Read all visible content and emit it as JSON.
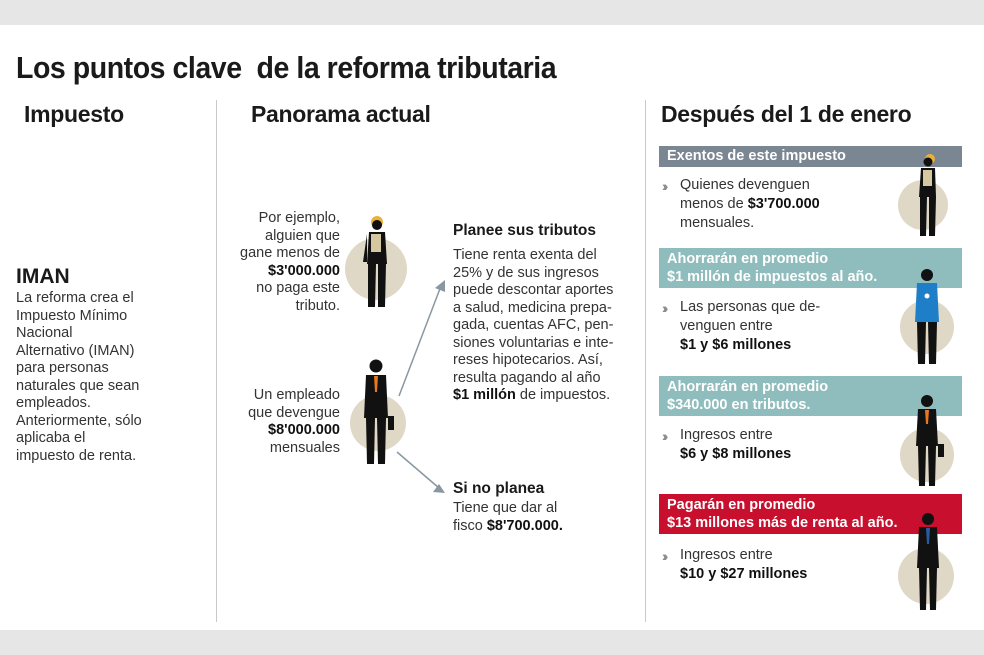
{
  "title": "Los puntos clave  de la reforma tributaria",
  "columns": {
    "impuesto": "Impuesto",
    "panorama": "Panorama actual",
    "despues": "Después del 1 de enero"
  },
  "iman": {
    "heading": "IMAN",
    "lines": [
      "La reforma crea el",
      "Impuesto Mínimo",
      "Nacional",
      "Alternativo (IMAN)",
      "para personas",
      "naturales que sean",
      "empleados.",
      "Anteriormente, sólo",
      "aplicaba el",
      "impuesto de renta."
    ]
  },
  "example1": {
    "lines": [
      "Por ejemplo,",
      "alguien que",
      "gane menos de"
    ],
    "amount": "$3'000.000",
    "lines2": [
      "no paga este",
      "tributo."
    ]
  },
  "example2": {
    "lines": [
      "Un empleado",
      "que devengue"
    ],
    "amount": "$8'000.000",
    "lines2": [
      "mensuales"
    ]
  },
  "planee": {
    "heading": "Planee sus tributos",
    "lines": [
      "Tiene renta exenta del",
      "25% y de sus ingresos",
      "puede descontar aportes",
      "a salud, medicina prepa-",
      "gada, cuentas AFC, pen-",
      "siones voluntarias e inte-",
      "reses hipotecarios. Así,",
      "resulta pagando al año"
    ],
    "last_bold": "$1 millón",
    "last_rest": " de impuestos."
  },
  "no_planea": {
    "heading": "Si no planea",
    "line1": "Tiene que dar al",
    "line2_pre": "fisco ",
    "line2_bold": "$8'700.000."
  },
  "groups": [
    {
      "banner_lines": [
        "Exentos de este impuesto"
      ],
      "banner_color": "#7a8691",
      "text_lines": [
        "Quienes devenguen"
      ],
      "text_mixed_pre": "menos de ",
      "text_mixed_bold": "$3'700.000",
      "text_lines2": [
        "mensuales."
      ]
    },
    {
      "banner_lines": [
        "Ahorrarán en promedio",
        "$1 millón de impuestos al año."
      ],
      "banner_color": "#8fbcbc",
      "text_lines": [
        "Las personas que de-",
        "venguen entre"
      ],
      "text_bold": "$1 y $6 millones"
    },
    {
      "banner_lines": [
        "Ahorrarán en promedio",
        "$340.000 en tributos."
      ],
      "banner_color": "#8fbcbc",
      "text_lines": [
        "Ingresos entre"
      ],
      "text_bold": "$6 y $8 millones"
    },
    {
      "banner_lines": [
        "Pagarán en promedio",
        "$13 millones más de renta al año."
      ],
      "banner_color": "#c8102e",
      "text_lines": [
        "Ingresos entre"
      ],
      "text_bold": "$10 y $27 millones"
    }
  ],
  "colors": {
    "figure_circle": "#e0d8c6",
    "arrow": "#8a97a0",
    "tie": "#e87722"
  }
}
